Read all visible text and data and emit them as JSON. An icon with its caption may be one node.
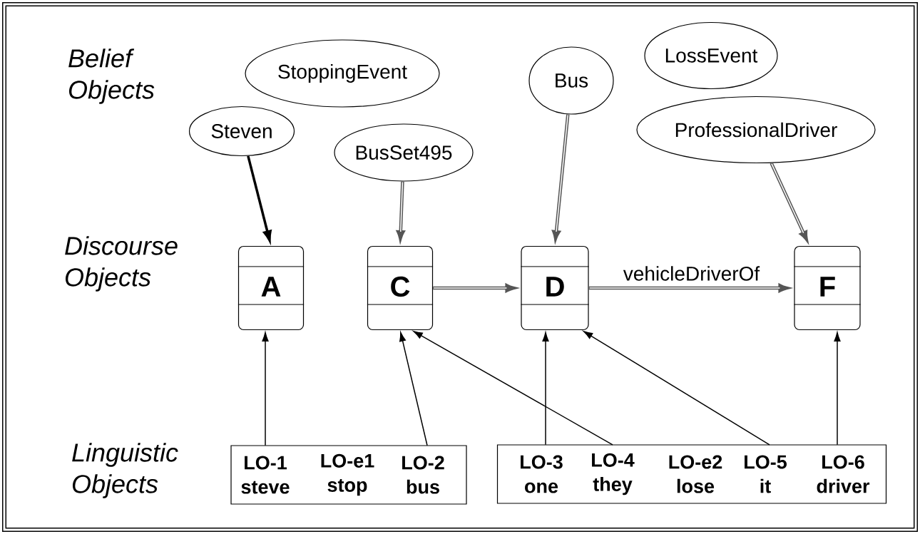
{
  "diagram": {
    "nodes": [
      {
        "text": [
          "StoppingEvent"
        ]
      },
      {
        "text": [
          "Steven"
        ]
      },
      {
        "text": [
          "BusSet495"
        ]
      },
      {
        "text": [
          "Bus"
        ]
      },
      {
        "text": [
          "LossEvent"
        ]
      },
      {
        "text": [
          "ProfessionalDriver"
        ]
      },
      {
        "text": [
          "A"
        ]
      },
      {
        "text": [
          "C"
        ]
      },
      {
        "text": [
          "D"
        ]
      },
      {
        "text": [
          "F"
        ]
      },
      {
        "text": [],
        "shape": "box"
      },
      {
        "text": [
          "LO-1",
          "steve"
        ],
        "in": 10
      },
      {
        "text": [
          "LO-e1",
          "stop"
        ],
        "in": 10
      },
      {
        "text": [
          "LO-2",
          "bus"
        ],
        "in": 10
      },
      {
        "text": [],
        "shape": "box"
      },
      {
        "text": [
          "LO-3",
          "one"
        ],
        "in": 14
      },
      {
        "text": [
          "LO-4",
          "they"
        ],
        "in": 14
      },
      {
        "text": [
          "LO-e2",
          "lose"
        ],
        "in": 14
      },
      {
        "text": [
          "LO-5",
          "it"
        ],
        "in": 14
      },
      {
        "text": [
          "LO-6",
          "driver"
        ],
        "in": 14
      }
    ],
    "edges": [
      {
        "from": 1,
        "to": 6,
        "arrow": "to",
        "style": "thick"
      },
      {
        "from": 2,
        "to": 7,
        "arrow": "to",
        "style": "thick",
        "color": "#555555"
      },
      {
        "from": 3,
        "to": 8,
        "arrow": "to",
        "style": "thick",
        "color": "#555555"
      },
      {
        "from": 5,
        "to": 9,
        "arrow": "to",
        "style": "thick",
        "color": "#555555"
      },
      {
        "from": 7,
        "to": 8,
        "arrow": "to",
        "style": "thick",
        "color": "#555555"
      },
      {
        "from": 8,
        "to": 9,
        "arrow": "to",
        "style": "thick",
        "color": "#555555",
        "label": "vehicleDriverOf"
      },
      {
        "from": 11,
        "to": 6,
        "arrow": "to"
      },
      {
        "from": 13,
        "to": 7,
        "arrow": "to"
      },
      {
        "from": 16,
        "to": 7,
        "arrow": "to"
      },
      {
        "from": 15,
        "to": 8,
        "arrow": "to"
      },
      {
        "from": 18,
        "to": 8,
        "arrow": "to"
      },
      {
        "from": 19,
        "to": 9,
        "arrow": "to"
      }
    ],
    "labels": [
      "Belief Objects",
      "Discourse Objects",
      "Linguistic Objects"
    ]
  }
}
